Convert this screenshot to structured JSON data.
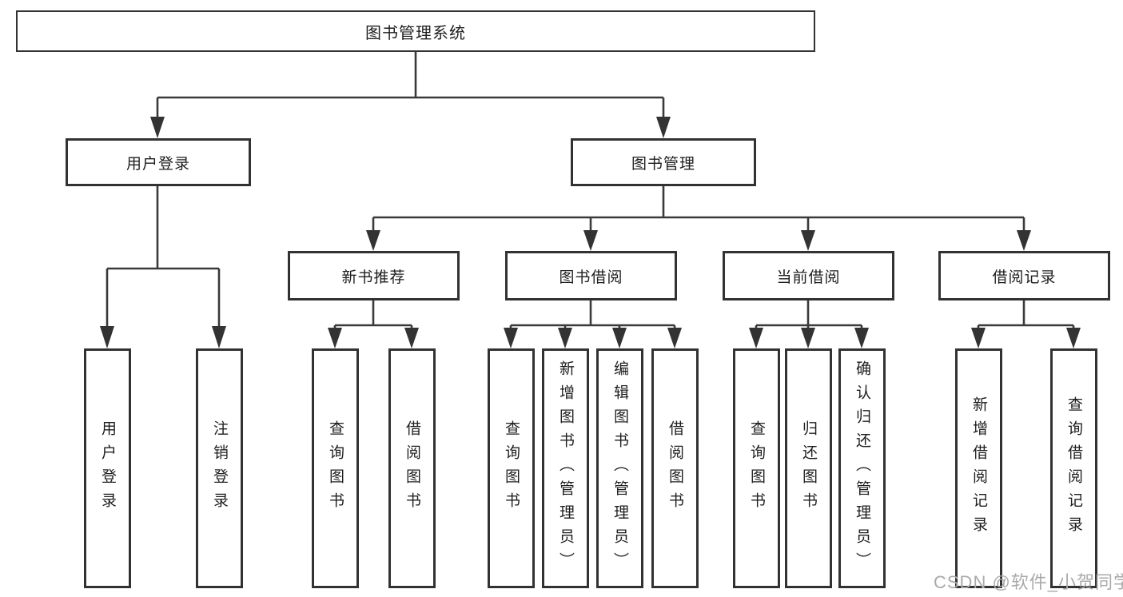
{
  "tree": {
    "label": "图书管理系统",
    "children": [
      {
        "label": "用户登录",
        "children": [
          {
            "label": "用户登录"
          },
          {
            "label": "注销登录"
          }
        ]
      },
      {
        "label": "图书管理",
        "children": [
          {
            "label": "新书推荐",
            "children": [
              {
                "label": "查询图书"
              },
              {
                "label": "借阅图书"
              }
            ]
          },
          {
            "label": "图书借阅",
            "children": [
              {
                "label": "查询图书"
              },
              {
                "label": "新增图书（管理员）"
              },
              {
                "label": "编辑图书（管理员）"
              },
              {
                "label": "借阅图书"
              }
            ]
          },
          {
            "label": "当前借阅",
            "children": [
              {
                "label": "查询图书"
              },
              {
                "label": "归还图书"
              },
              {
                "label": "确认归还（管理员）"
              }
            ]
          },
          {
            "label": "借阅记录",
            "children": [
              {
                "label": "新增借阅记录"
              },
              {
                "label": "查询借阅记录"
              }
            ]
          }
        ]
      }
    ]
  },
  "watermark": "CSDN @软件_小贺同学",
  "colors": {
    "line": "#3a3a3a",
    "arrow": "#333333",
    "box_border": "#323232",
    "text": "#1e1e1e",
    "watermark": "#aaaaaa",
    "background": "#ffffff"
  }
}
